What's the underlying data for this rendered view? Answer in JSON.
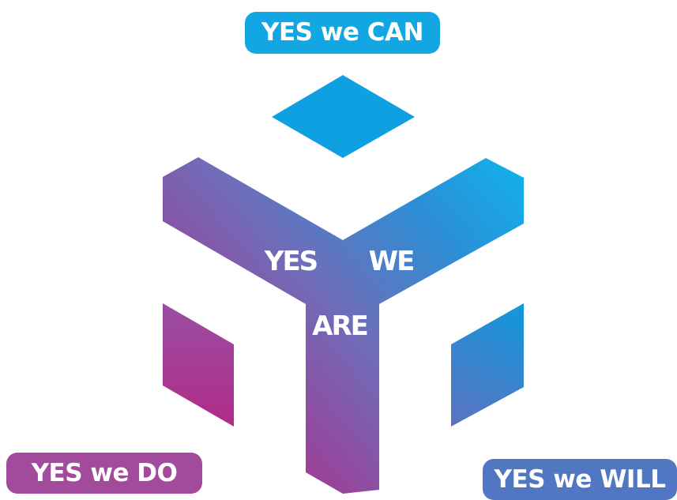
{
  "labels": {
    "can": "YES we CAN",
    "do": "YES we DO",
    "will": "YES we WILL"
  },
  "center": {
    "yes": "YES",
    "we": "WE",
    "are": "ARE"
  },
  "colors": {
    "cyan": "#12a6e3",
    "blue": "#5176c2",
    "magenta": "#a52d8c",
    "purple": "#a24a9c"
  }
}
